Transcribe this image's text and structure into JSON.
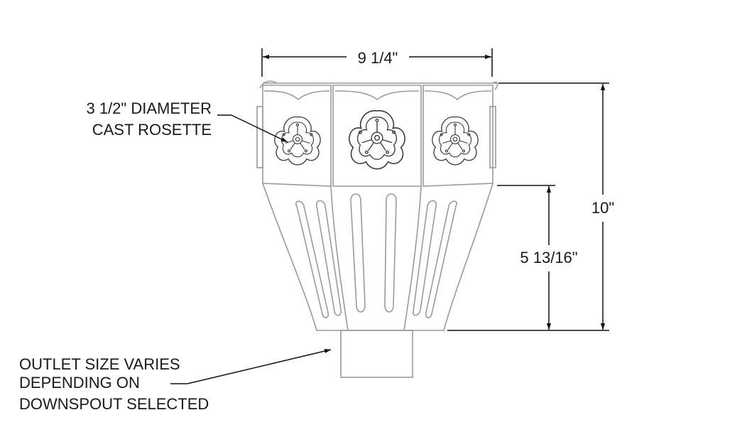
{
  "labels": {
    "width_dim": "9 1/4\"",
    "height_total_dim": "10\"",
    "height_lower_dim": "5 13/16\"",
    "rosette_line1": "3 1/2\" DIAMETER",
    "rosette_line2": "CAST ROSETTE",
    "outlet_line1": "OUTLET SIZE VARIES",
    "outlet_line2": "DEPENDING ON",
    "outlet_line3": "DOWNSPOUT SELECTED"
  }
}
